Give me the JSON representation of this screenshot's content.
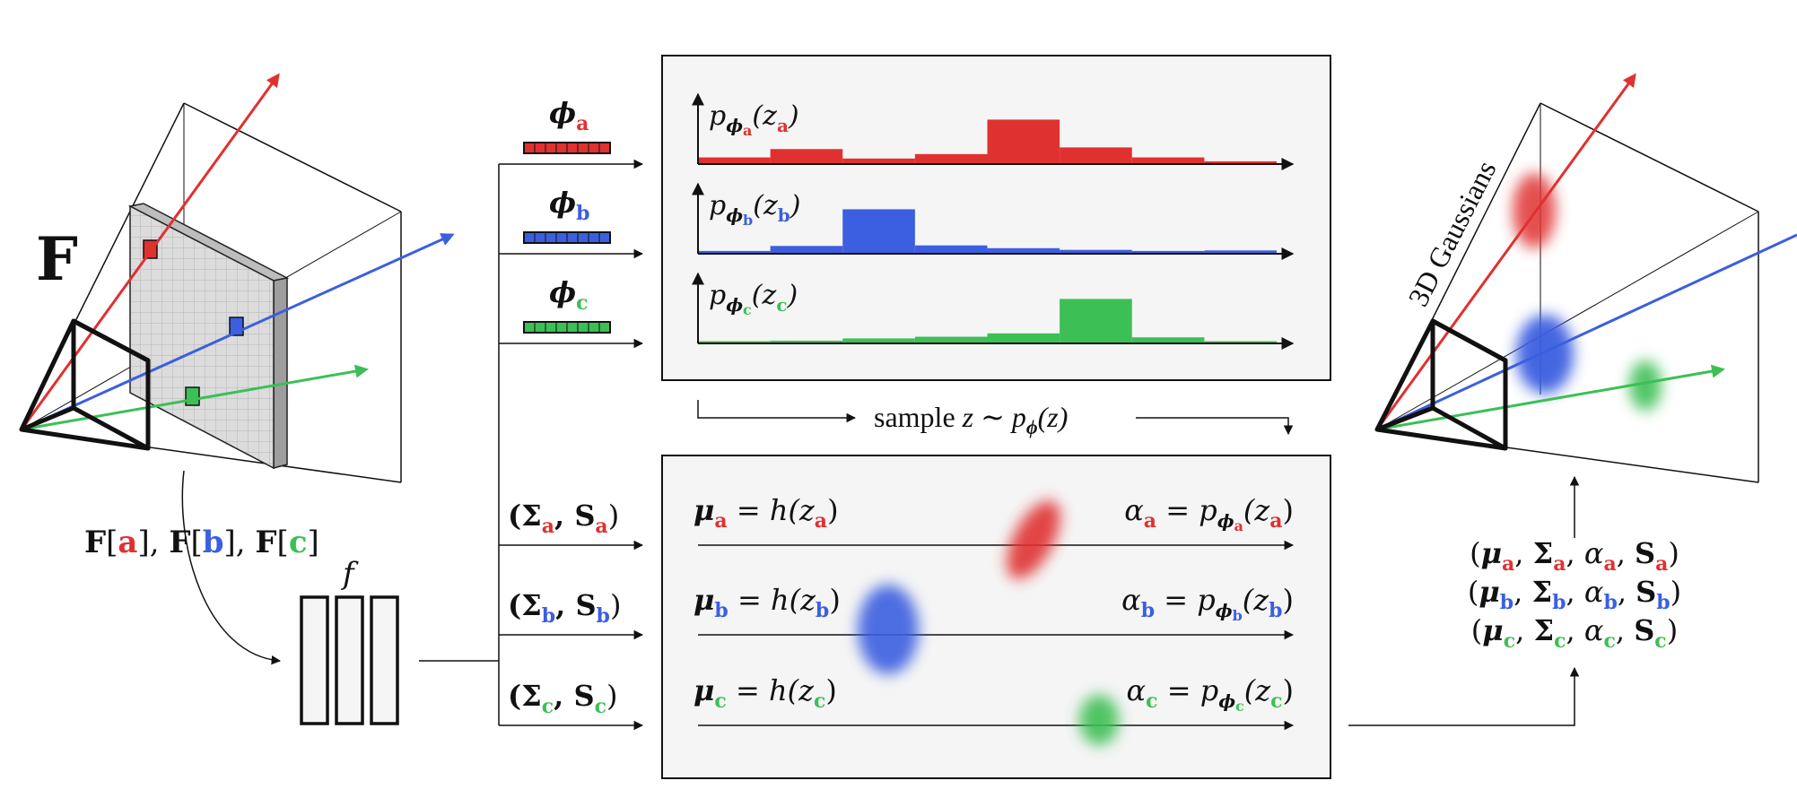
{
  "colors": {
    "a": "#e03131",
    "b": "#3b5fe0",
    "c": "#3cbf55",
    "panel_fill": "#f5f5f5",
    "stroke": "#111111"
  },
  "left_camera": {
    "feature_label": "F",
    "lookup_label": {
      "prefix": "F",
      "a": "a",
      "b": "b",
      "c": "c"
    }
  },
  "network": {
    "label": "f"
  },
  "params": [
    {
      "key": "a",
      "phi": "ϕ",
      "phi_sub": "a",
      "cov": "(Σ",
      "cov_sub": "a",
      "scale": ", S",
      "scale_sub": "a",
      "close": ")"
    },
    {
      "key": "b",
      "phi": "ϕ",
      "phi_sub": "b",
      "cov": "(Σ",
      "cov_sub": "b",
      "scale": ", S",
      "scale_sub": "b",
      "close": ")"
    },
    {
      "key": "c",
      "phi": "ϕ",
      "phi_sub": "c",
      "cov": "(Σ",
      "cov_sub": "c",
      "scale": ", S",
      "scale_sub": "c",
      "close": ")"
    }
  ],
  "chart_data": {
    "type": "bar",
    "series": [
      {
        "name": "p_ϕa(za)",
        "values": [
          0.12,
          0.27,
          0.1,
          0.18,
          0.8,
          0.3,
          0.12,
          0.05
        ]
      },
      {
        "name": "p_ϕb(zb)",
        "values": [
          0.05,
          0.14,
          0.8,
          0.15,
          0.1,
          0.07,
          0.05,
          0.06
        ]
      },
      {
        "name": "p_ϕc(zc)",
        "values": [
          0.04,
          0.05,
          0.09,
          0.12,
          0.18,
          0.8,
          0.11,
          0.04
        ]
      }
    ],
    "labels": [
      {
        "p": "p",
        "sub": "ϕ",
        "subsub": "a",
        "arg": "(z",
        "argsub": "a",
        "close": ")"
      },
      {
        "p": "p",
        "sub": "ϕ",
        "subsub": "b",
        "arg": "(z",
        "argsub": "b",
        "close": ")"
      },
      {
        "p": "p",
        "sub": "ϕ",
        "subsub": "c",
        "arg": "(z",
        "argsub": "c",
        "close": ")"
      }
    ]
  },
  "sample_label": {
    "word": "sample",
    "expr": "z ∼ p",
    "sub": "ϕ",
    "arg": "(z)"
  },
  "gaussian_rows": [
    {
      "key": "a",
      "mu": "μ",
      "mu_sub": "a",
      "mu_eq": " = h(z",
      "mu_arg_sub": "a",
      "close": ")",
      "alpha": "α",
      "alpha_sub": "a",
      "alpha_eq": " = p",
      "p_sub": "ϕ",
      "p_subsub": "a",
      "arg": "(z",
      "arg_sub": "a"
    },
    {
      "key": "b",
      "mu": "μ",
      "mu_sub": "b",
      "mu_eq": " = h(z",
      "mu_arg_sub": "b",
      "close": ")",
      "alpha": "α",
      "alpha_sub": "b",
      "alpha_eq": " = p",
      "p_sub": "ϕ",
      "p_subsub": "b",
      "arg": "(z",
      "arg_sub": "b"
    },
    {
      "key": "c",
      "mu": "μ",
      "mu_sub": "c",
      "mu_eq": " = h(z",
      "mu_arg_sub": "c",
      "close": ")",
      "alpha": "α",
      "alpha_sub": "c",
      "alpha_eq": " = p",
      "p_sub": "ϕ",
      "p_subsub": "c",
      "arg": "(z",
      "arg_sub": "c"
    }
  ],
  "tuples": [
    {
      "key": "a",
      "open": "(",
      "mu": "μ",
      "sigma": "Σ",
      "alpha": "α",
      "scale": "S",
      "sub": "a",
      "close": ")"
    },
    {
      "key": "b",
      "open": "(",
      "mu": "μ",
      "sigma": "Σ",
      "alpha": "α",
      "scale": "S",
      "sub": "b",
      "close": ")"
    },
    {
      "key": "c",
      "open": "(",
      "mu": "μ",
      "sigma": "Σ",
      "alpha": "α",
      "scale": "S",
      "sub": "c",
      "close": ")"
    }
  ],
  "right_camera": {
    "title": "3D Gaussians"
  }
}
